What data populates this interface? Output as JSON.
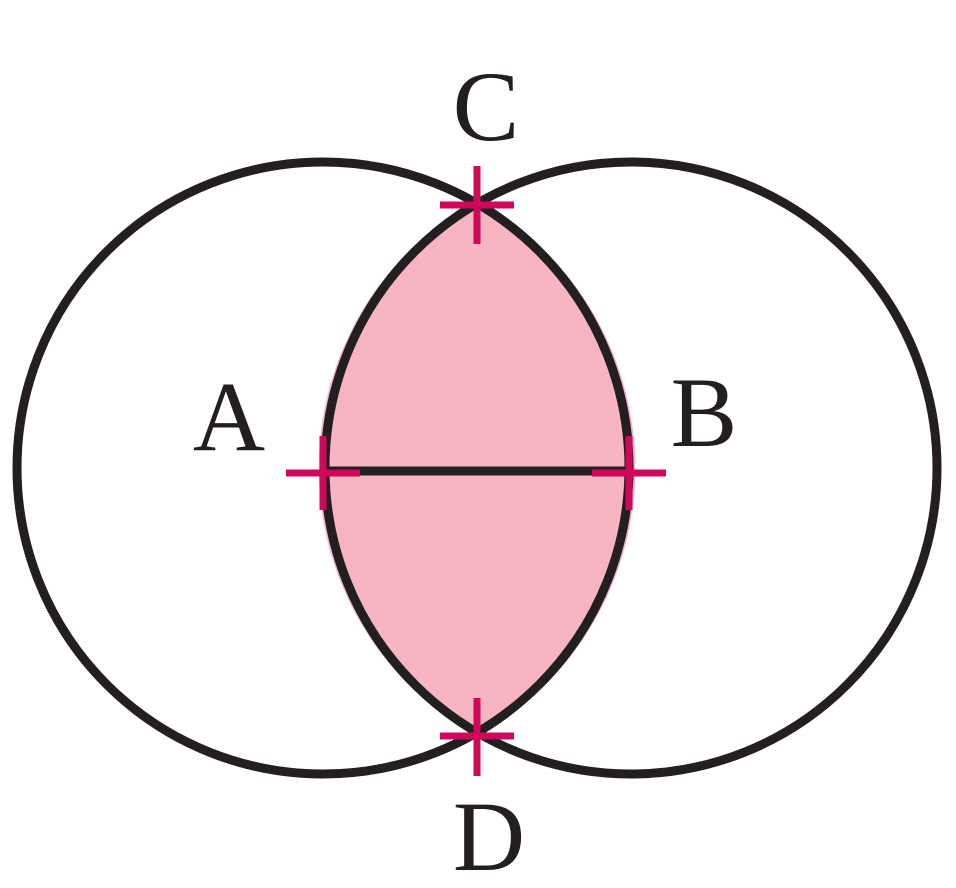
{
  "labels": {
    "a": "A",
    "b": "B",
    "c": "C",
    "d": "D"
  },
  "colors": {
    "stroke": "#231f20",
    "lens_fill": "#f6b5c0",
    "marker": "#d0085c",
    "background": "#ffffff"
  }
}
